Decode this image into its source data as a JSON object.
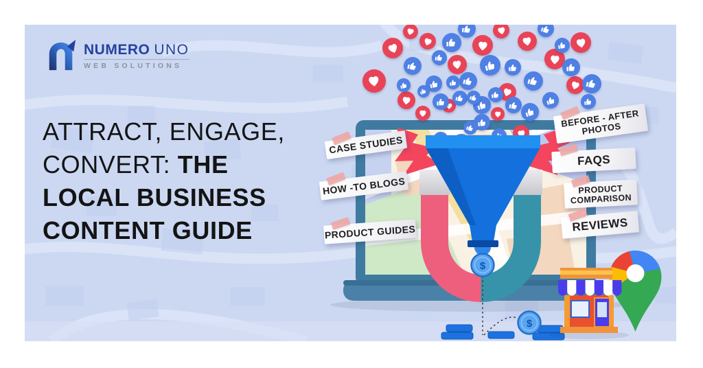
{
  "brand": {
    "name_bold": "NUMERO",
    "name_light": "UNO",
    "tagline": "WEB SOLUTIONS"
  },
  "headline": {
    "line1_regular": "ATTRACT, ENGAGE,",
    "line2_regular": "CONVERT: ",
    "line2_bold": "THE",
    "line3_bold": "LOCAL BUSINESS",
    "line4_bold": "CONTENT GUIDE"
  },
  "content_tags": {
    "left": [
      {
        "label": "CASE STUDIES"
      },
      {
        "label": "HOW -TO BLOGS"
      },
      {
        "label": "PRODUCT GUIDES"
      }
    ],
    "right": [
      {
        "label": "BEFORE - AFTER PHOTOS"
      },
      {
        "label": "FAQS"
      },
      {
        "label": "PRODUCT COMPARISON"
      },
      {
        "label": "REVIEWS"
      }
    ]
  },
  "illustration": {
    "coin_symbol": "$",
    "social_icons": {
      "heart_color": "#e94357",
      "thumb_color": "#4f80e4"
    },
    "colors": {
      "magnet_left": "#ee5f7d",
      "magnet_right": "#3793aa",
      "funnel": "#1370dc",
      "lightning": "#f4455e",
      "laptop_frame": "#3f7ba1",
      "pin_red": "#ea4335",
      "pin_blue": "#4285f4",
      "pin_green": "#34a853",
      "pin_yellow": "#fbbc04"
    }
  },
  "background": {
    "frame_color": "#ffffff",
    "canvas_color": "#ccd8f2"
  }
}
